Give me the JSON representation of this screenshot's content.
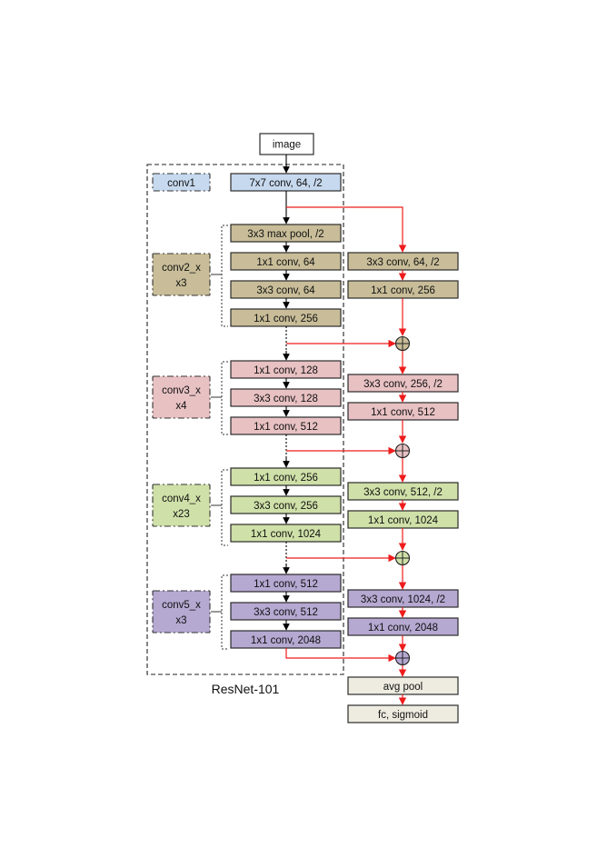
{
  "colors": {
    "conv1": "#c7d9ee",
    "conv2": "#c8bd98",
    "conv3": "#e8c1c3",
    "conv4": "#cfe0a8",
    "conv5": "#b5a8d1",
    "head": "#eeece1",
    "branch": "#ee1c1c",
    "main": "#000000"
  },
  "input": {
    "label": "image"
  },
  "stages": [
    {
      "id": "conv1",
      "name": "conv1",
      "repeat": "",
      "layers": [
        "7x7 conv, 64, /2"
      ],
      "shortcut": []
    },
    {
      "id": "conv2",
      "name": "conv2_x",
      "repeat": "x3",
      "layers": [
        "3x3 max pool, /2",
        "1x1 conv, 64",
        "3x3 conv, 64",
        "1x1 conv, 256"
      ],
      "shortcut": [
        "3x3 conv, 64, /2",
        "1x1 conv, 256"
      ]
    },
    {
      "id": "conv3",
      "name": "conv3_x",
      "repeat": "x4",
      "layers": [
        "1x1 conv, 128",
        "3x3 conv, 128",
        "1x1 conv, 512"
      ],
      "shortcut": [
        "3x3 conv, 256, /2",
        "1x1 conv, 512"
      ]
    },
    {
      "id": "conv4",
      "name": "conv4_x",
      "repeat": "x23",
      "layers": [
        "1x1 conv, 256",
        "3x3 conv, 256",
        "1x1 conv, 1024"
      ],
      "shortcut": [
        "3x3 conv, 512, /2",
        "1x1 conv, 1024"
      ]
    },
    {
      "id": "conv5",
      "name": "conv5_x",
      "repeat": "x3",
      "layers": [
        "1x1 conv, 512",
        "3x3 conv, 512",
        "1x1 conv, 2048"
      ],
      "shortcut": [
        "3x3 conv, 1024, /2",
        "1x1 conv, 2048"
      ]
    }
  ],
  "head": [
    "avg pool",
    "fc, sigmoid"
  ],
  "caption": "ResNet-101"
}
